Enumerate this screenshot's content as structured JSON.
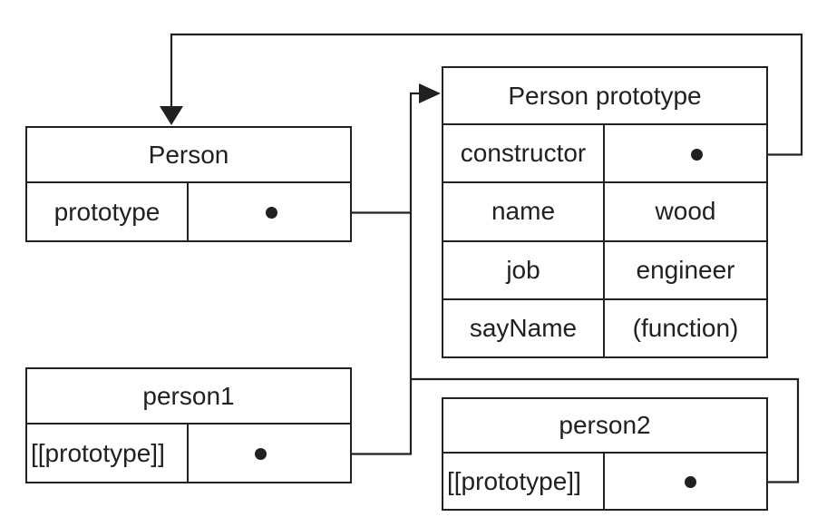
{
  "canvas": {
    "background": "#ffffff",
    "line_color": "#212121",
    "text_color": "#212121"
  },
  "boxes": {
    "person": {
      "title": "Person",
      "rows": [
        {
          "key": "prototype",
          "value": "",
          "ref": "dot-pointer"
        }
      ]
    },
    "person_prototype": {
      "title": "Person prototype",
      "rows": [
        {
          "key": "constructor",
          "value": "",
          "ref": "dot-pointer"
        },
        {
          "key": "name",
          "value": "wood"
        },
        {
          "key": "job",
          "value": "engineer"
        },
        {
          "key": "sayName",
          "value": "(function)"
        }
      ]
    },
    "person1": {
      "title": "person1",
      "rows": [
        {
          "key": "[[prototype]]",
          "value": "",
          "ref": "dot-pointer"
        }
      ]
    },
    "person2": {
      "title": "person2",
      "rows": [
        {
          "key": "[[prototype]]",
          "value": "",
          "ref": "dot-pointer"
        }
      ]
    }
  }
}
